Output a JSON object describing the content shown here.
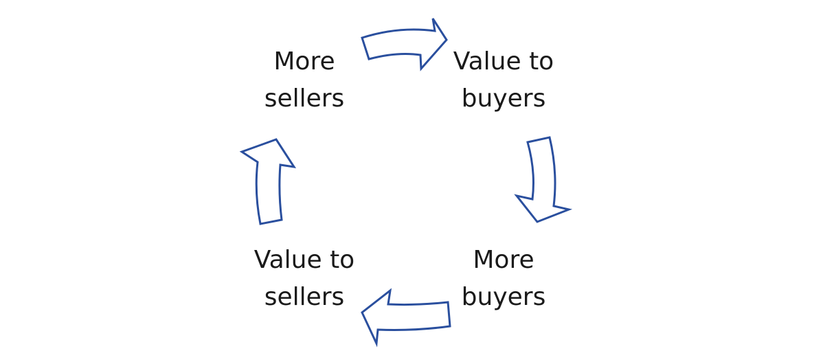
{
  "diagram": {
    "nodes": [
      {
        "line1": "More",
        "line2": "sellers"
      },
      {
        "line1": "Value to",
        "line2": "buyers"
      },
      {
        "line1": "More",
        "line2": "buyers"
      },
      {
        "line1": "Value to",
        "line2": "sellers"
      }
    ],
    "arrow_color": "#2a4f9e",
    "text_color": "#1a1a1a"
  }
}
